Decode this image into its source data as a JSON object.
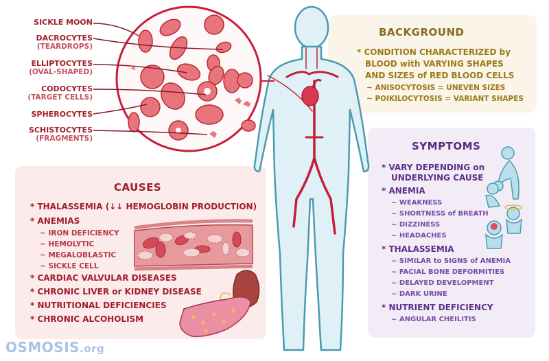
{
  "background": {
    "title": "BACKGROUND",
    "main_lines": [
      "* CONDITION CHARACTERIZED by",
      "BLOOD with VARYING SHAPES",
      "AND SIZES of RED BLOOD CELLS"
    ],
    "sub_items": [
      "~ ANISOCYTOSIS = UNEVEN SIZES",
      "~ POIKILOCYTOSIS = VARIANT SHAPES"
    ]
  },
  "cell_labels": [
    {
      "name": "SICKLE MOON",
      "sub": ""
    },
    {
      "name": "DACROCYTES",
      "sub": "(TEARDROPS)"
    },
    {
      "name": "ELLIPTOCYTES",
      "sub": "(OVAL-SHAPED)"
    },
    {
      "name": "CODOCYTES",
      "sub": "(TARGET CELLS)"
    },
    {
      "name": "SPHEROCYTES",
      "sub": ""
    },
    {
      "name": "SCHISTOCYTES",
      "sub": "(FRAGMENTS)"
    }
  ],
  "symptoms": {
    "title": "SYMPTOMS",
    "groups": [
      {
        "label": "* VARY DEPENDING on",
        "label2": "UNDERLYING CAUSE",
        "items": []
      },
      {
        "label": "* ANEMIA",
        "items": [
          "~ WEAKNESS",
          "~ SHORTNESS of BREATH",
          "~ DIZZINESS",
          "~ HEADACHES"
        ]
      },
      {
        "label": "* THALASSEMIA",
        "items": [
          "~ SIMILAR to SIGNS of ANEMIA",
          "~ FACIAL BONE DEFORMITIES",
          "~ DELAYED DEVELOPMENT",
          "~ DARK URINE"
        ]
      },
      {
        "label": "* NUTRIENT DEFICIENCY",
        "items": [
          "~ ANGULAR CHEILITIS"
        ]
      }
    ]
  },
  "causes": {
    "title": "CAUSES",
    "items": [
      "* THALASSEMIA (↓↓ HEMOGLOBIN PRODUCTION)",
      "* ANEMIAS",
      "* CARDIAC VALVULAR DISEASES",
      "* CHRONIC LIVER or KIDNEY DISEASE",
      "* NUTRITIONAL DEFICIENCIES",
      "* CHRONIC ALCOHOLISM"
    ],
    "anemia_types": [
      "~ IRON DEFICIENCY",
      "~ HEMOLYTIC",
      "~ MEGALOBLASTIC",
      "~ SICKLE CELL"
    ]
  },
  "logo": {
    "main": "OSMOSIS",
    "suffix": ".org"
  },
  "colors": {
    "red": "#c41e3a",
    "body_fill": "#dff0f6",
    "body_stroke": "#4a9bb0",
    "gold": "#9b7a18",
    "purple": "#5f2f8c"
  }
}
